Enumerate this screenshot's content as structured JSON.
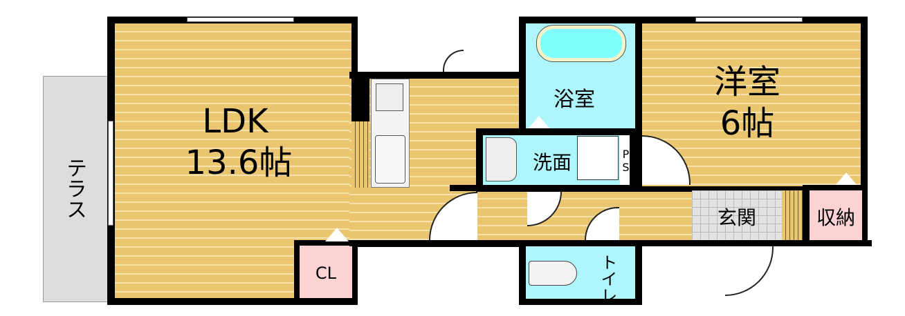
{
  "rooms": {
    "terrace": "テラス",
    "ldk_name": "LDK",
    "ldk_size": "13.6帖",
    "closet": "CL",
    "bath": "浴室",
    "washroom": "洗面",
    "ps": "PS",
    "western_name": "洋室",
    "western_size": "6帖",
    "entrance": "玄関",
    "storage": "収納",
    "toilet": "トイレ"
  },
  "colors": {
    "floor": "#e9c66f",
    "wet": "#aef6fb",
    "storage": "#fcd3d3",
    "terrace": "#dddddd"
  }
}
